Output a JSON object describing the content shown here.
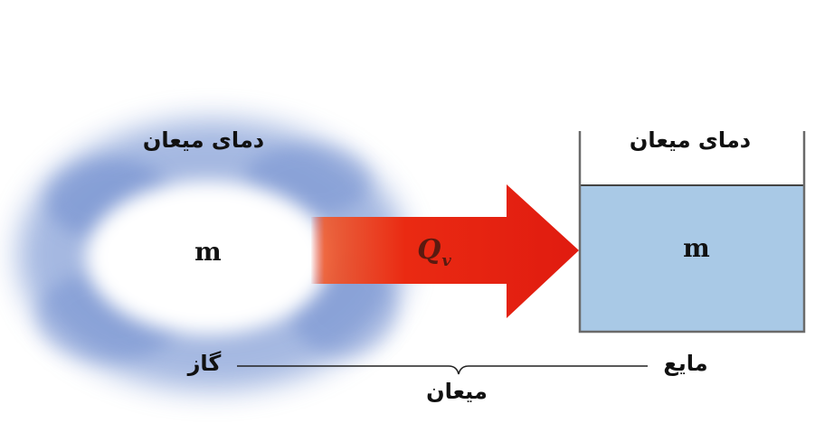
{
  "gas": {
    "temperature_label": "دمای میعان",
    "mass_label": "m",
    "state_label": "گاز",
    "fill_color": "#5c7fc9"
  },
  "heat": {
    "symbol": "Q",
    "subscript": "v",
    "arrow_color": "#e52a12"
  },
  "liquid": {
    "temperature_label": "دمای میعان",
    "mass_label": "m",
    "state_label": "مایع",
    "fill_color": "#a9c9e6"
  },
  "process": {
    "label": "میعان"
  }
}
